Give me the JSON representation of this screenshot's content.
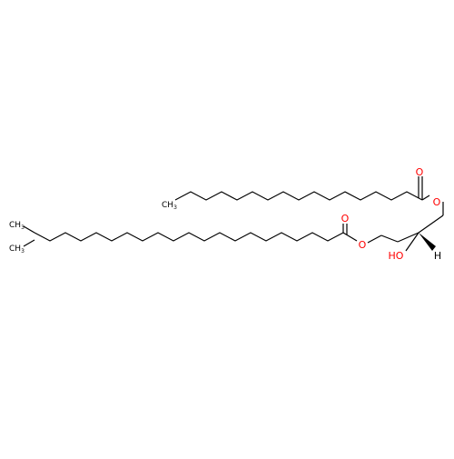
{
  "molecule": {
    "atom_labels": {
      "O_ketone_upper": "O",
      "O_ester_upper": "O",
      "O_ketone_lower": "O",
      "O_ester_lower": "O",
      "HO": "HO",
      "H": "H",
      "CH3_upper": "CH",
      "CH3_upper_sub": "3",
      "CH3_iso_a": "CH",
      "CH3_iso_a_sub": "3",
      "CH3_iso_b": "CH",
      "CH3_iso_b_sub": "3"
    },
    "colors": {
      "bond": "#000000",
      "oxygen": "#ff0000",
      "text": "#000000"
    }
  }
}
